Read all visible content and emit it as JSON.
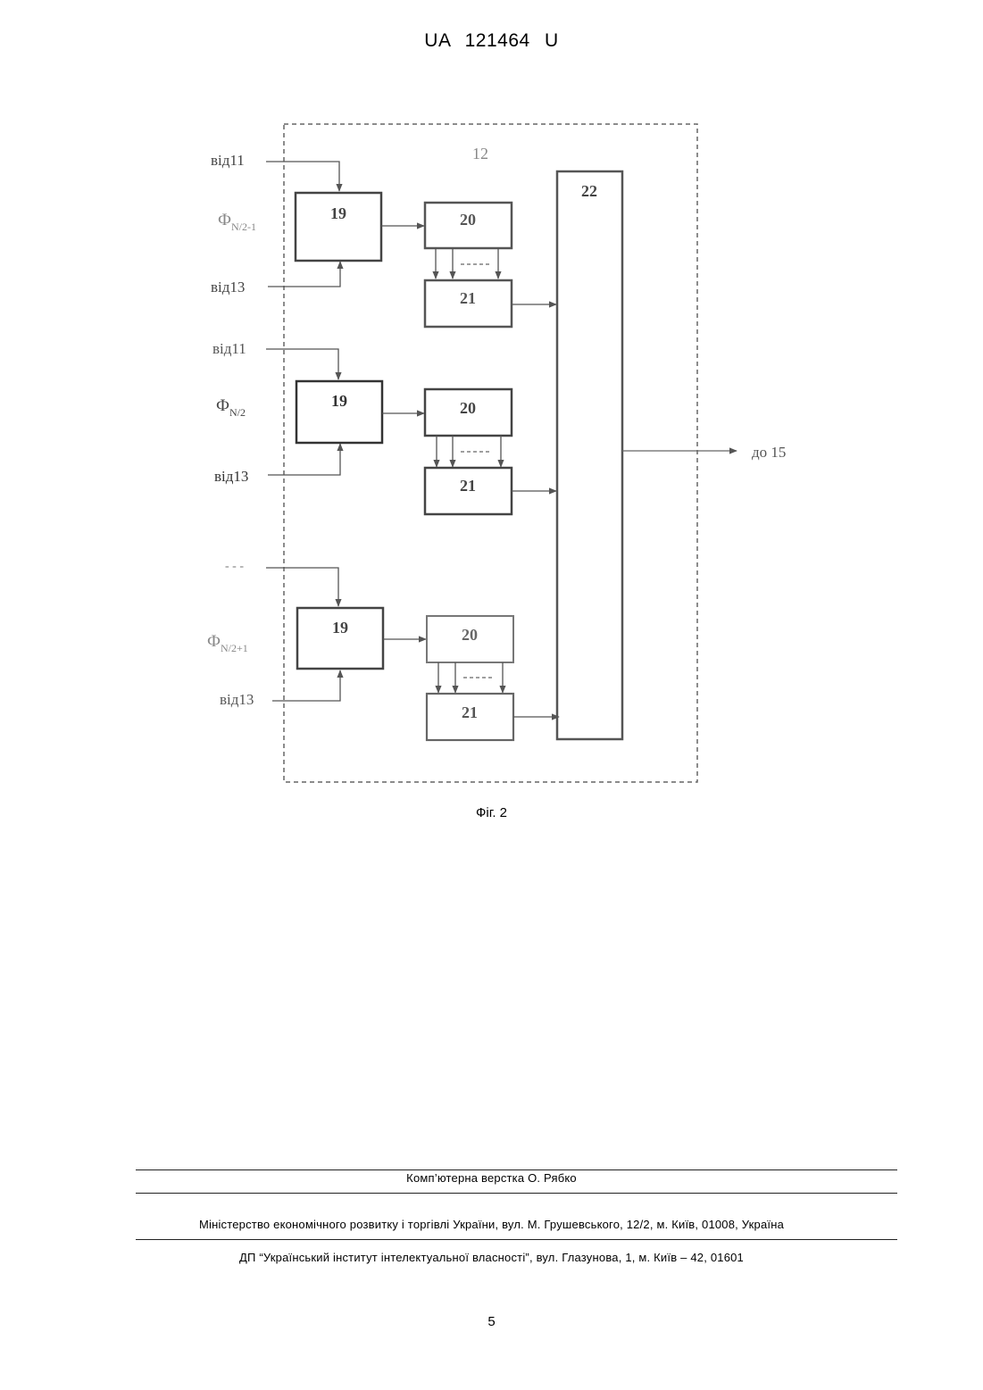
{
  "header": {
    "patent_number": "UA   121464   U"
  },
  "figure": {
    "container_label": "12",
    "combiner_label": "22",
    "output_label": "до 15",
    "groups": [
      {
        "top_input": "від11",
        "phi_label": "Ф",
        "phi_sub": "N/2-1",
        "bottom_input": "від13",
        "block_a": "19",
        "block_b": "20",
        "block_c": "21"
      },
      {
        "top_input": "від11",
        "phi_label": "Ф",
        "phi_sub": "N/2",
        "bottom_input": "від13",
        "block_a": "19",
        "block_b": "20",
        "block_c": "21"
      },
      {
        "top_input": "- - -",
        "phi_label": "Ф",
        "phi_sub": "N/2+1",
        "bottom_input": "від13",
        "block_a": "19",
        "block_b": "20",
        "block_c": "21"
      }
    ],
    "caption": "Фіг. 2"
  },
  "footer": {
    "typesetting": "Комп’ютерна верстка О. Рябко",
    "ministry": "Міністерство економічного розвитку і торгівлі України, вул. М. Грушевського, 12/2, м. Київ, 01008, Україна",
    "institute": "ДП “Український інститут інтелектуальної власності”, вул. Глазунова, 1, м. Київ – 42, 01601",
    "page_number": "5"
  }
}
